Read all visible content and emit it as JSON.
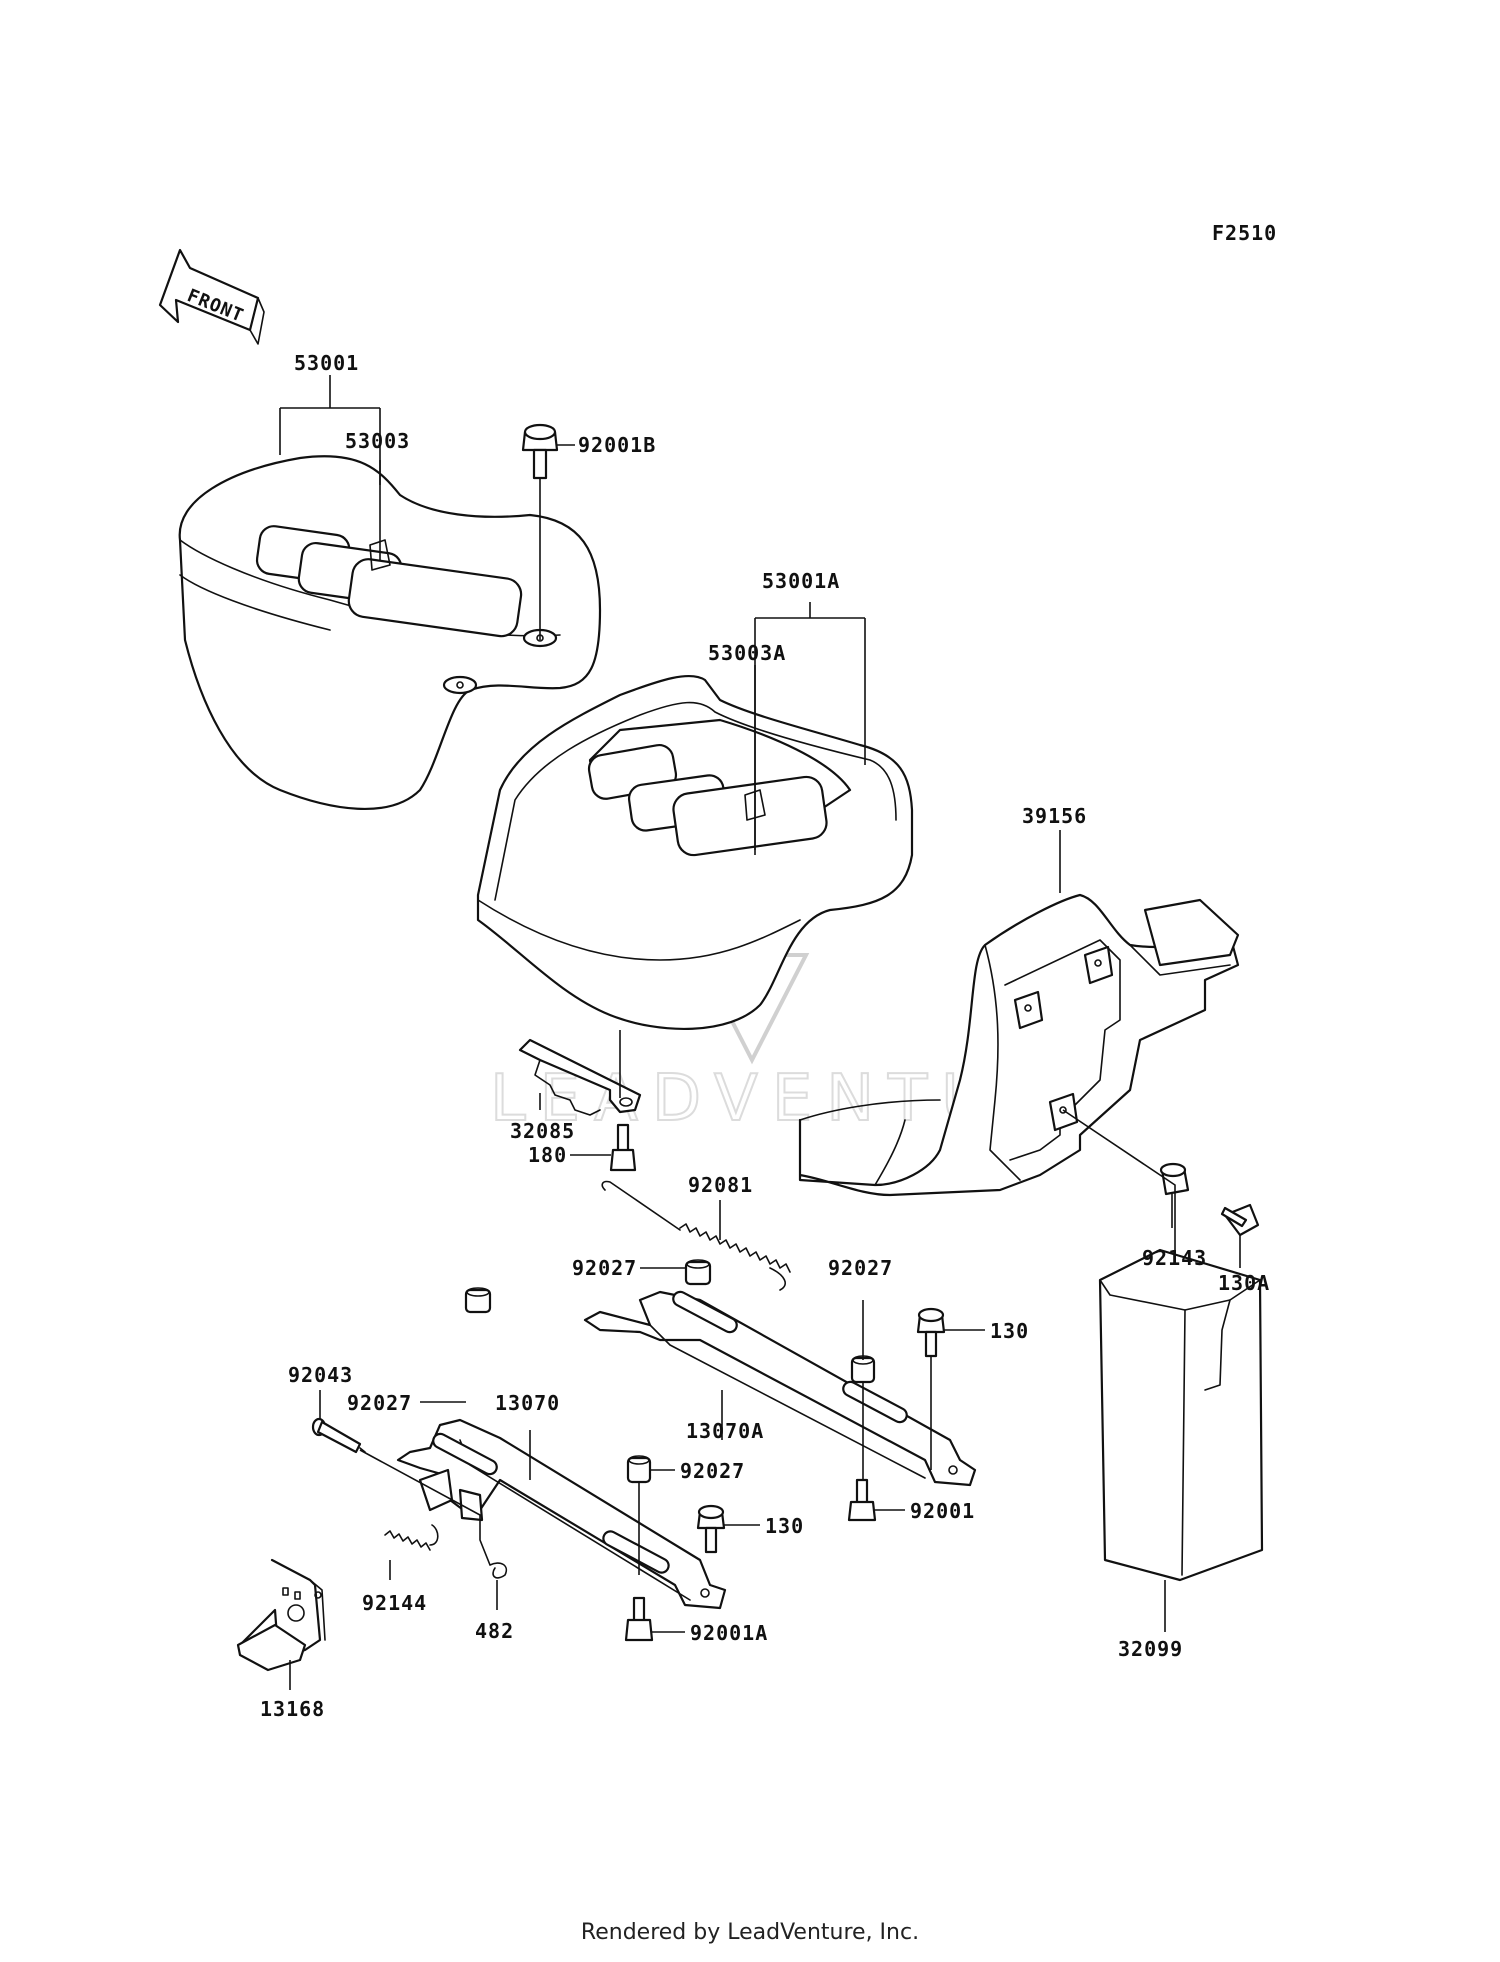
{
  "figure_code": "F2510",
  "front_label": "FRONT",
  "footer": "Rendered by LeadVenture, Inc.",
  "watermark": "LEADVENTURE",
  "labels": {
    "p53001": "53001",
    "p53003": "53003",
    "p92001B": "92001B",
    "p53001A": "53001A",
    "p53003A": "53003A",
    "p39156": "39156",
    "p32085": "32085",
    "p180": "180",
    "p92081": "92081",
    "p92143": "92143",
    "p130A": "130A",
    "p92027a": "92027",
    "p92027b": "92027",
    "p130a": "130",
    "p92043": "92043",
    "p92027c": "92027",
    "p13070": "13070",
    "p13070A": "13070A",
    "p92027d": "92027",
    "p92001": "92001",
    "p130b": "130",
    "p92144": "92144",
    "p482": "482",
    "p92001A": "92001A",
    "p13168": "13168",
    "p32099": "32099"
  }
}
